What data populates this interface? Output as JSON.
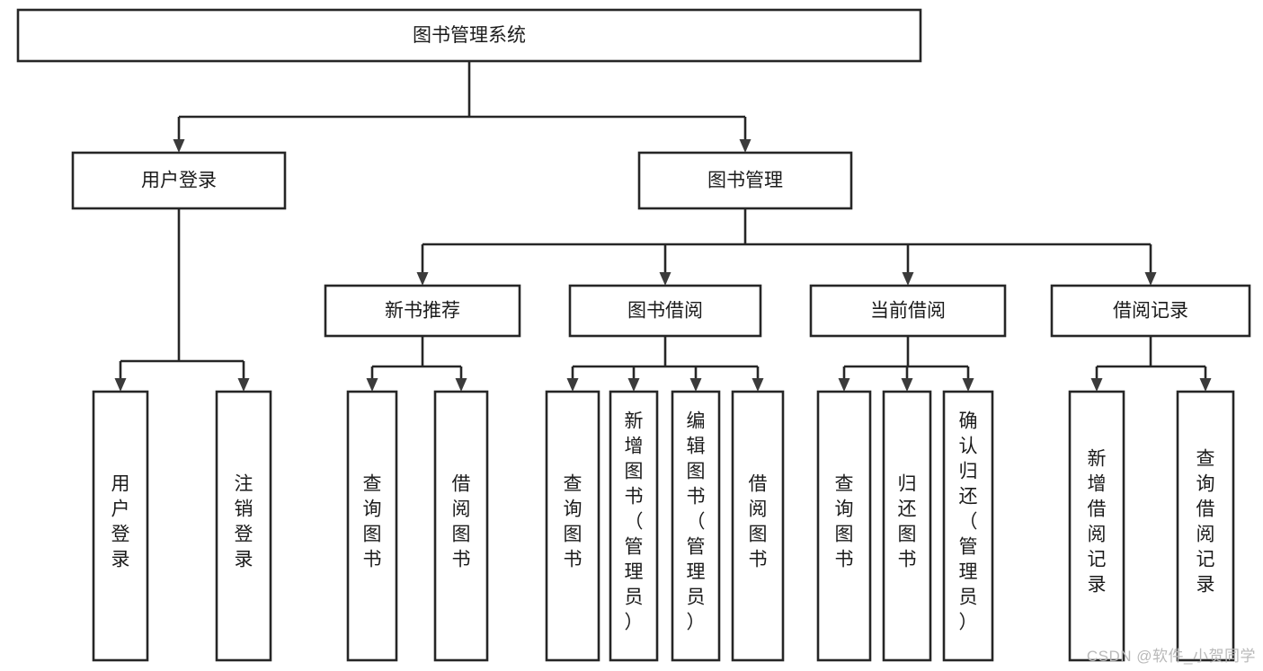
{
  "diagram": {
    "type": "tree",
    "title": "图书管理系统",
    "orientation": "top-down",
    "colors": {
      "box_fill": "#ffffff",
      "box_stroke": "#262626",
      "text": "#1b1b1b",
      "background": "#ffffff",
      "watermark": "#b9b9b9"
    },
    "root": {
      "id": "root",
      "label": "图书管理系统",
      "level": 1
    },
    "level2": [
      {
        "id": "user-login",
        "label": "用户登录",
        "level": 2
      },
      {
        "id": "book-management",
        "label": "图书管理",
        "level": 2
      }
    ],
    "level3": [
      {
        "id": "new-book-recommend",
        "label": "新书推荐",
        "level": 3,
        "parent": "book-management"
      },
      {
        "id": "book-borrow",
        "label": "图书借阅",
        "level": 3,
        "parent": "book-management"
      },
      {
        "id": "current-borrow",
        "label": "当前借阅",
        "level": 3,
        "parent": "book-management"
      },
      {
        "id": "borrow-record",
        "label": "借阅记录",
        "level": 3,
        "parent": "book-management"
      }
    ],
    "leaves": [
      {
        "id": "leaf-user-login",
        "label": "用户登录",
        "parent": "user-login",
        "level": 3
      },
      {
        "id": "leaf-logout-login",
        "label": "注销登录",
        "parent": "user-login",
        "level": 3
      },
      {
        "id": "leaf-query-book-1",
        "label": "查询图书",
        "parent": "new-book-recommend",
        "level": 4
      },
      {
        "id": "leaf-borrow-book-1",
        "label": "借阅图书",
        "parent": "new-book-recommend",
        "level": 4
      },
      {
        "id": "leaf-query-book-2",
        "label": "查询图书",
        "parent": "book-borrow",
        "level": 4
      },
      {
        "id": "leaf-add-book",
        "label": "新增图书（管理员）",
        "parent": "book-borrow",
        "level": 4
      },
      {
        "id": "leaf-edit-book",
        "label": "编辑图书（管理员）",
        "parent": "book-borrow",
        "level": 4
      },
      {
        "id": "leaf-borrow-book-2",
        "label": "借阅图书",
        "parent": "book-borrow",
        "level": 4
      },
      {
        "id": "leaf-query-book-3",
        "label": "查询图书",
        "parent": "current-borrow",
        "level": 4
      },
      {
        "id": "leaf-return-book",
        "label": "归还图书",
        "parent": "current-borrow",
        "level": 4
      },
      {
        "id": "leaf-confirm-return",
        "label": "确认归还（管理员）",
        "parent": "current-borrow",
        "level": 4
      },
      {
        "id": "leaf-add-record",
        "label": "新增借阅记录",
        "parent": "borrow-record",
        "level": 4
      },
      {
        "id": "leaf-query-record",
        "label": "查询借阅记录",
        "parent": "borrow-record",
        "level": 4
      }
    ]
  },
  "watermark": {
    "text": "CSDN @软件_小贺同学"
  }
}
